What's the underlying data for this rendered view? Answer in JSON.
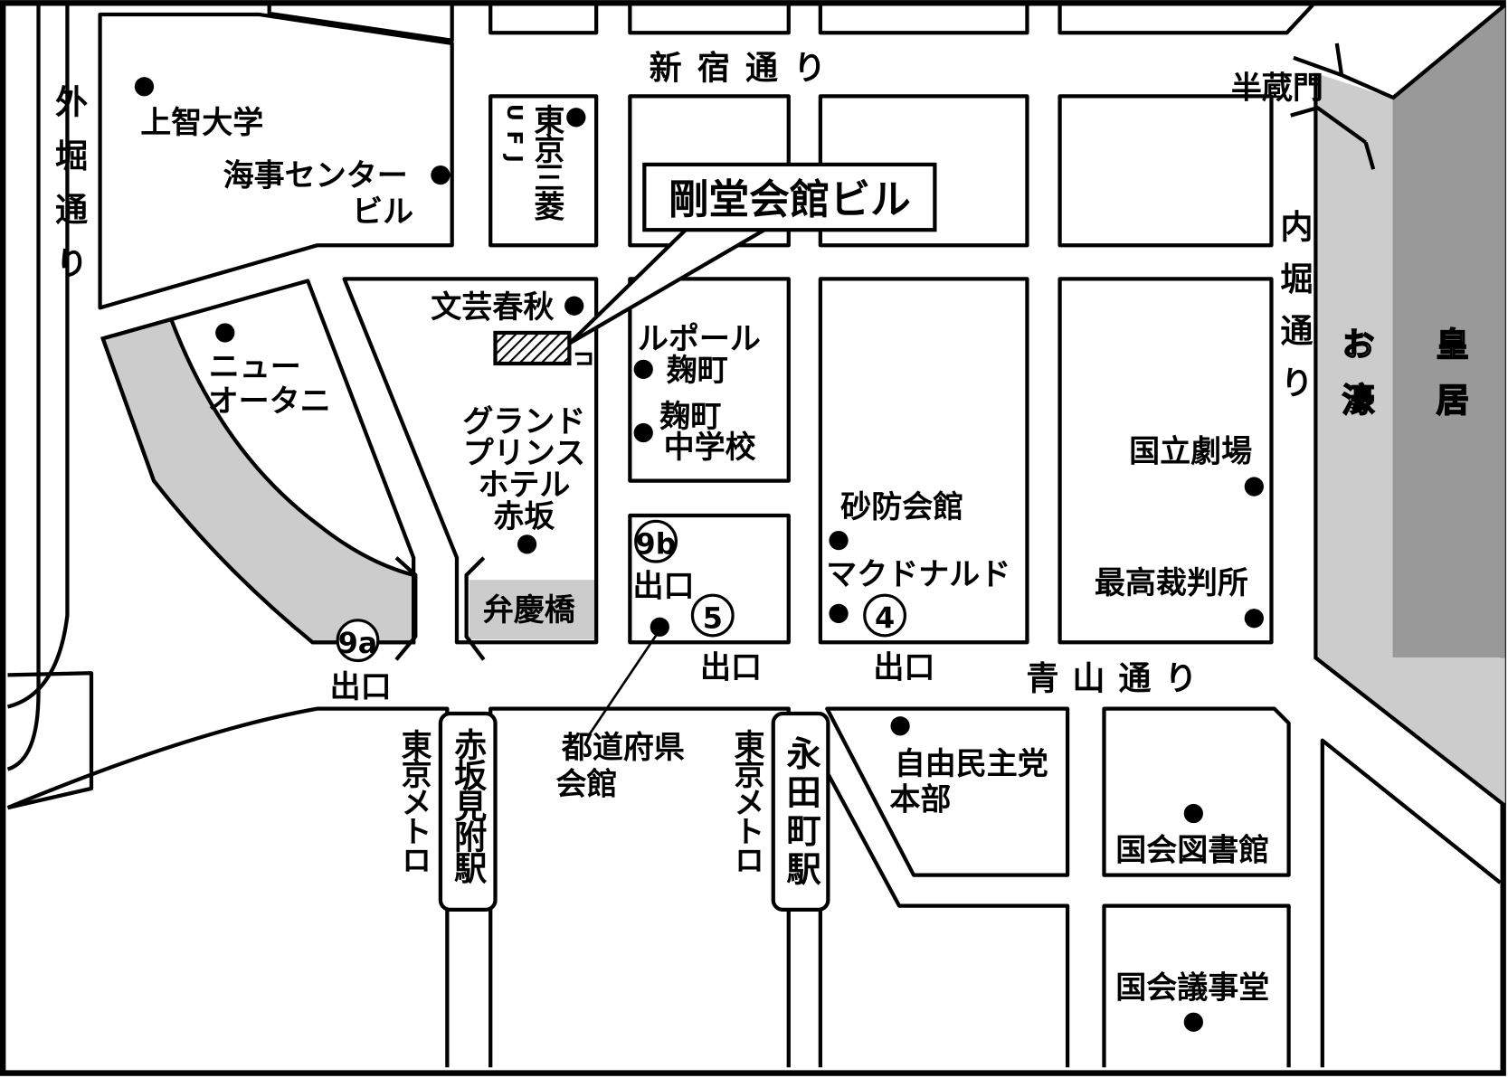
{
  "map": {
    "colors": {
      "background": "#ffffff",
      "outline": "#000000",
      "water": "#cccccc",
      "palace": "#999999"
    },
    "roads": {
      "shinjuku_dori": "新宿通り",
      "sotobori_dori": "外堀通り",
      "uchibori_dori": "内堀通り",
      "aoyama_dori": "青山通り"
    },
    "target": "剛堂会館ビル",
    "landmarks": {
      "hanzomon": "半蔵門",
      "sophia": "上智大学",
      "kaiji_1": "海事センター",
      "kaiji_2": "ビル",
      "ufj_1": "UFJ",
      "ufj_2": "東京三菱",
      "bungei": "文芸春秋",
      "new_otani_1": "ニュー",
      "new_otani_2": "オータニ",
      "leport_1": "ルポール",
      "leport_2": "麹町",
      "kojimachi_js_1": "麹町",
      "kojimachi_js_2": "中学校",
      "gp_1": "グランド",
      "gp_2": "プリンス",
      "gp_3": "ホテル",
      "gp_4": "赤坂",
      "benkei": "弁慶橋",
      "sabo": "砂防会館",
      "mcd": "マクドナルド",
      "kokuritsu": "国立劇場",
      "saiko": "最高裁判所",
      "ohori": "お濠",
      "kokyo": "皇居",
      "todofuken_1": "都道府県",
      "todofuken_2": "会館",
      "jimin_1": "自由民主党",
      "jimin_2": "本部",
      "ndl": "国会図書館",
      "diet": "国会議事堂"
    },
    "exits": {
      "e9a": "9a",
      "e9b": "9b",
      "e5": "5",
      "e4": "4",
      "exit_label": "出口"
    },
    "stations": {
      "metro": "東京メトロ",
      "akasaka_mitsuke": "赤坂見附駅",
      "nagatacho": "永田町駅"
    }
  }
}
